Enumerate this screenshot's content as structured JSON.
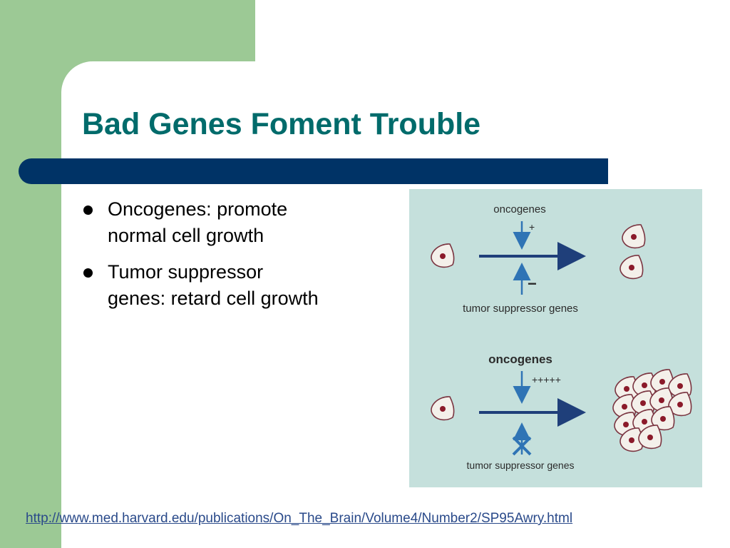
{
  "slide": {
    "title": "Bad Genes Foment Trouble",
    "bullets": [
      {
        "line1": "Oncogenes: promote",
        "line2": "normal cell growth"
      },
      {
        "line1": "Tumor suppressor",
        "line2": "genes: retard cell growth"
      }
    ],
    "source_link": "http://www.med.harvard.edu/publications/On_The_Brain/Volume4/Number2/SP95Awry.html"
  },
  "figure": {
    "top_panel": {
      "oncogenes_label": "oncogenes",
      "oncogenes_sign": "+",
      "suppressor_sign": "−",
      "suppressor_label": "tumor suppressor genes"
    },
    "bottom_panel": {
      "oncogenes_label": "oncogenes",
      "oncogenes_sign": "+++++",
      "suppressor_label": "tumor suppressor genes"
    },
    "colors": {
      "background": "#c5e0dc",
      "arrow_dark": "#1f3f7a",
      "arrow_light": "#2f74b5",
      "cell_nucleus": "#8b1a2a"
    }
  }
}
